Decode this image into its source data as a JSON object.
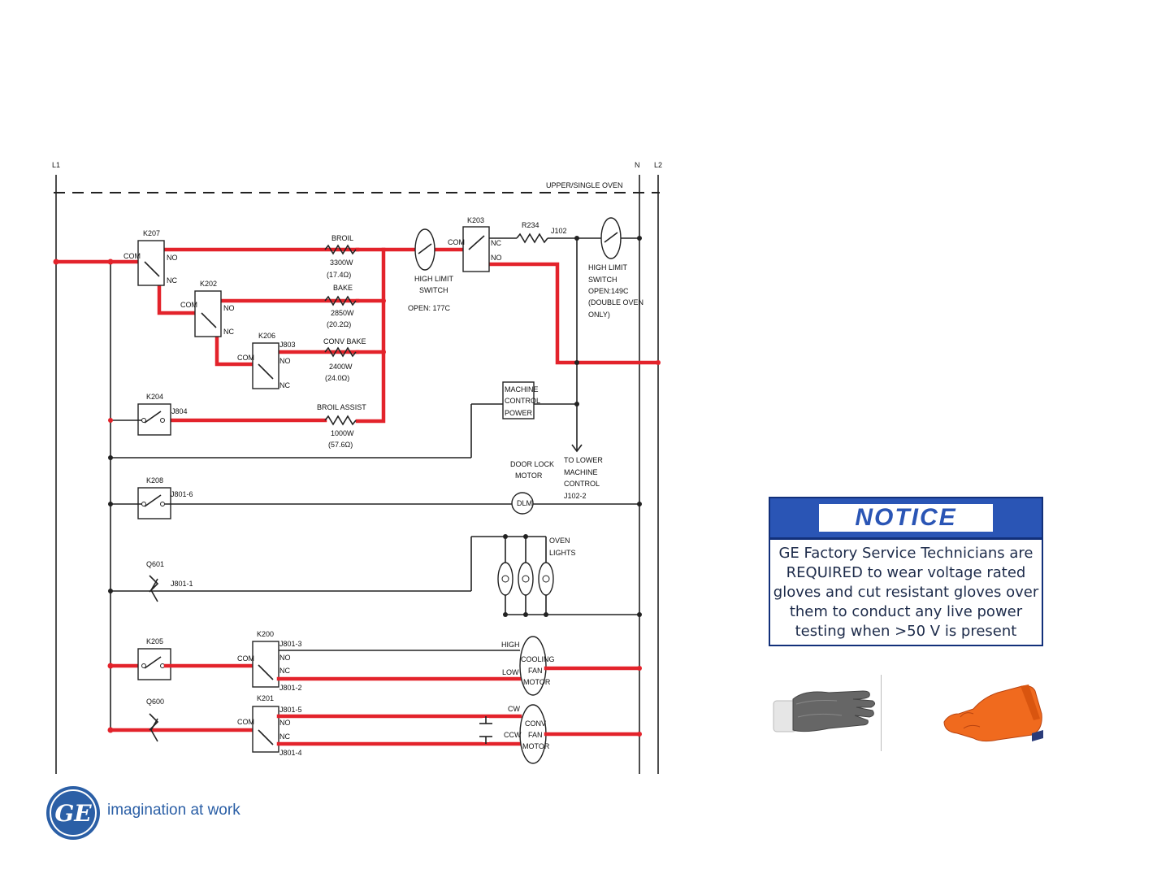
{
  "diagram": {
    "rails": {
      "l1": "L1",
      "n": "N",
      "l2": "L2"
    },
    "section": "UPPER/SINGLE OVEN",
    "relays": {
      "k207": {
        "name": "K207",
        "com": "COM",
        "no": "NO",
        "nc": "NC"
      },
      "k202": {
        "name": "K202",
        "com": "COM",
        "no": "NO",
        "nc": "NC"
      },
      "k206": {
        "name": "K206",
        "com": "COM",
        "no": "NO",
        "nc": "NC",
        "pin": "J803"
      },
      "k203": {
        "name": "K203",
        "com": "COM",
        "nc": "NC",
        "no": "NO"
      },
      "k204": {
        "name": "K204",
        "pin": "J804"
      },
      "k208": {
        "name": "K208",
        "pin": "J801-6"
      },
      "q601": {
        "name": "Q601",
        "pin": "J801-1"
      },
      "k205": {
        "name": "K205"
      },
      "k200": {
        "name": "K200",
        "com": "COM",
        "no": "NO",
        "nc": "NC",
        "pin_top": "J801-3",
        "pin_bottom": "J801-2"
      },
      "q600": {
        "name": "Q600"
      },
      "k201": {
        "name": "K201",
        "com": "COM",
        "no": "NO",
        "nc": "NC",
        "pin_top": "J801-5",
        "pin_bottom": "J801-4"
      }
    },
    "heaters": {
      "broil": {
        "name": "BROIL",
        "watts": "3300W",
        "ohms": "(17.4Ω)"
      },
      "bake": {
        "name": "BAKE",
        "watts": "2850W",
        "ohms": "(20.2Ω)"
      },
      "conv_bake": {
        "name": "CONV BAKE",
        "watts": "2400W",
        "ohms": "(24.0Ω)"
      },
      "broil_assist": {
        "name": "BROIL ASSIST",
        "watts": "1000W",
        "ohms": "(57.6Ω)"
      }
    },
    "r234": {
      "name": "R234",
      "pin": "J102"
    },
    "high_limit_1": {
      "line1": "HIGH LIMIT",
      "line2": "SWITCH",
      "open": "OPEN: 177C"
    },
    "high_limit_2": {
      "line1": "HIGH LIMIT",
      "line2": "SWITCH",
      "line3": "OPEN:149C",
      "line4": "(DOUBLE OVEN",
      "line5": "ONLY)"
    },
    "machine_control": {
      "line1": "MACHINE",
      "line2": "CONTROL",
      "line3": "POWER"
    },
    "to_lower": {
      "line1": "TO LOWER",
      "line2": "MACHINE",
      "line3": "CONTROL",
      "line4": "J102-2"
    },
    "door_lock": {
      "line1": "DOOR LOCK",
      "line2": "MOTOR",
      "symbol": "DLM"
    },
    "oven_lights": {
      "line1": "OVEN",
      "line2": "LIGHTS"
    },
    "cooling_fan": {
      "high": "HIGH",
      "low": "LOW",
      "line1": "COOLING",
      "line2": "FAN",
      "line3": "MOTOR"
    },
    "conv_fan": {
      "cw": "CW",
      "ccw": "CCW",
      "line1": "CONV",
      "line2": "FAN",
      "line3": "MOTOR"
    }
  },
  "notice": {
    "title": "NOTICE",
    "line1": "GE Factory Service Technicians are",
    "line2": "REQUIRED to wear voltage rated",
    "line3": "gloves and cut resistant gloves over",
    "line4": "them to conduct any live power",
    "line5": "testing when >50 V is present"
  },
  "branding": {
    "logo": "GE",
    "tagline": "imagination at work"
  },
  "colors": {
    "energized": "#e3232b",
    "notice_blue": "#2a55b5",
    "brand_blue": "#2b5fa6"
  }
}
